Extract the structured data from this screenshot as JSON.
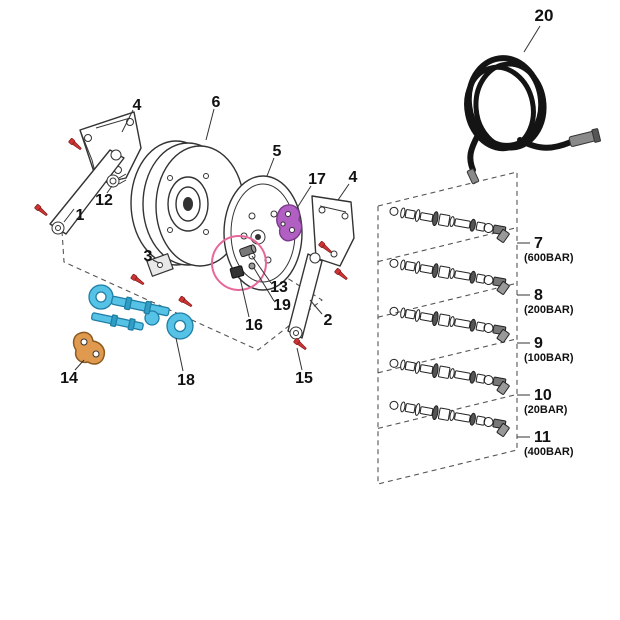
{
  "figure": {
    "type": "exploded-parts-diagram",
    "callouts": {
      "c1": "1",
      "c2": "2",
      "c3": "3",
      "c4a": "4",
      "c4b": "4",
      "c5": "5",
      "c6": "6",
      "c12": "12",
      "c13": "13",
      "c14": "14",
      "c15": "15",
      "c16": "16",
      "c17": "17",
      "c18": "18",
      "c19": "19",
      "c20": "20"
    },
    "variants": [
      {
        "num": "7",
        "rating": "(600BAR)"
      },
      {
        "num": "8",
        "rating": "(200BAR)"
      },
      {
        "num": "9",
        "rating": "(100BAR)"
      },
      {
        "num": "10",
        "rating": "(20BAR)"
      },
      {
        "num": "11",
        "rating": "(400BAR)"
      }
    ],
    "colors": {
      "line": "#333333",
      "accent_pink": "#e8679a",
      "accent_purple": "#b15fc2",
      "accent_cyan": "#56c3e6",
      "accent_cyan_dark": "#2f9dc4",
      "accent_orange": "#e09a4f",
      "accent_red": "#cc3333",
      "hose_black": "#141414",
      "fitting_gray": "#8a8a8a"
    }
  }
}
